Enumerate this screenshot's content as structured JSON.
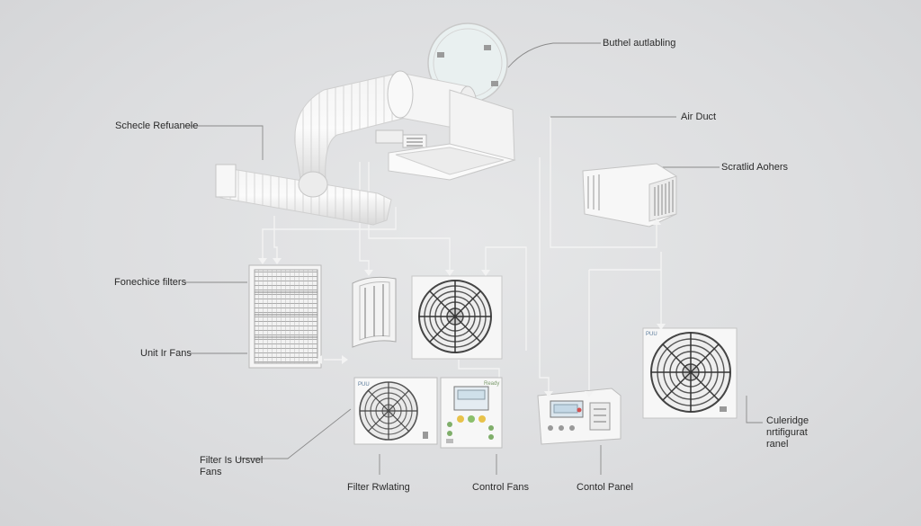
{
  "labels": {
    "top_right": "Buthel autlabling",
    "schematic": "Schecle Refuanele",
    "air_duct": "Air Duct",
    "scratch": "Scratlid Aohers",
    "filters": "Fonechice filters",
    "unit_fans": "Unit Ir Fans",
    "filter_level_1": "Filter Is Ursvel",
    "filter_level_2": "Fans",
    "filter_rotating": "Filter Rwlating",
    "control_fans": "Control Fans",
    "control_panel": "Contol Panel",
    "cuberage_1": "Culeridge",
    "cuberage_2": "nrtifigurat",
    "cuberage_3": "ranel"
  },
  "units": {
    "unit_a_brand": "PUU",
    "unit_b_brand": "PUU",
    "panel_brand": "Ready"
  }
}
